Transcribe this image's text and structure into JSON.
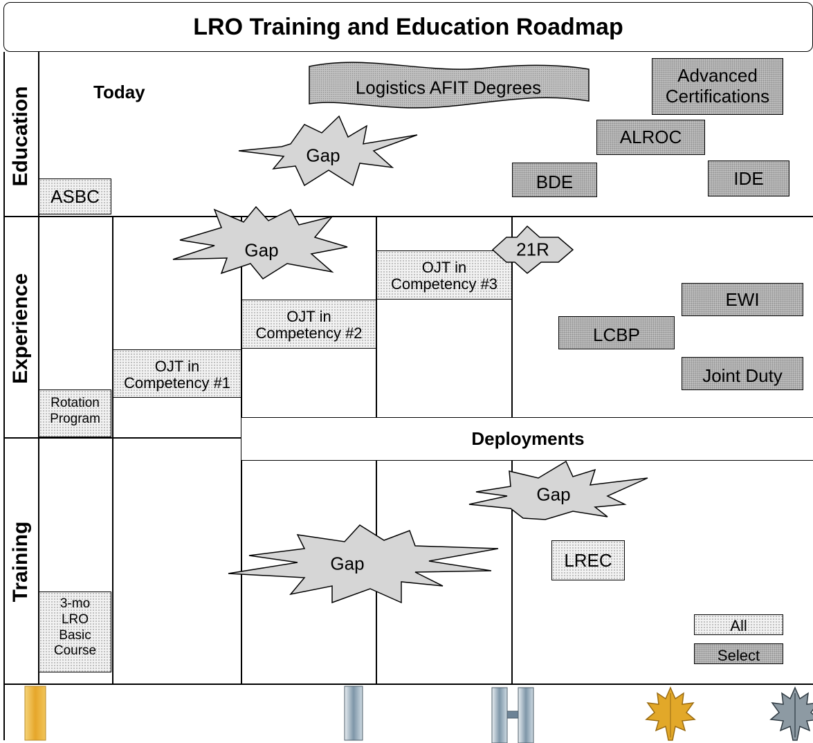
{
  "title": "LRO Training and Education Roadmap",
  "rows": {
    "education": "Education",
    "experience": "Experience",
    "training": "Training"
  },
  "education": {
    "today": "Today",
    "asbc": "ASBC",
    "gap": "Gap",
    "afit_banner": "Logistics AFIT Degrees",
    "advanced_certs_line1": "Advanced",
    "advanced_certs_line2": "Certifications",
    "alroc": "ALROC",
    "bde": "BDE",
    "ide": "IDE"
  },
  "experience": {
    "rotation_line1": "Rotation",
    "rotation_line2": "Program",
    "gap": "Gap",
    "ojt1_line1": "OJT in",
    "ojt1_line2": "Competency #1",
    "ojt2_line1": "OJT in",
    "ojt2_line2": "Competency #2",
    "ojt3_line1": "OJT in",
    "ojt3_line2": "Competency #3",
    "badge_21r": "21R",
    "ewi": "EWI",
    "lcbp": "LCBP",
    "joint_duty": "Joint Duty",
    "deployments": "Deployments"
  },
  "training": {
    "basic_line1": "3-mo",
    "basic_line2": "LRO",
    "basic_line3": "Basic",
    "basic_line4": "Course",
    "gap_upper": "Gap",
    "gap_lower": "Gap",
    "lrec": "LREC"
  },
  "legend": {
    "all": "All",
    "select": "Select"
  },
  "rank_insignia": [
    "second-lieutenant-bar-icon",
    "first-lieutenant-bar-icon",
    "captain-bars-icon",
    "major-gold-leaf-icon",
    "lieutenant-colonel-silver-leaf-icon"
  ],
  "colors": {
    "line": "#000000",
    "gap_fill": "#d6d6d6",
    "select_fill": "#c2c2c2",
    "all_fill": "#f2f2f2",
    "gold": "#e6b64a",
    "silver": "#9fb4c4"
  }
}
